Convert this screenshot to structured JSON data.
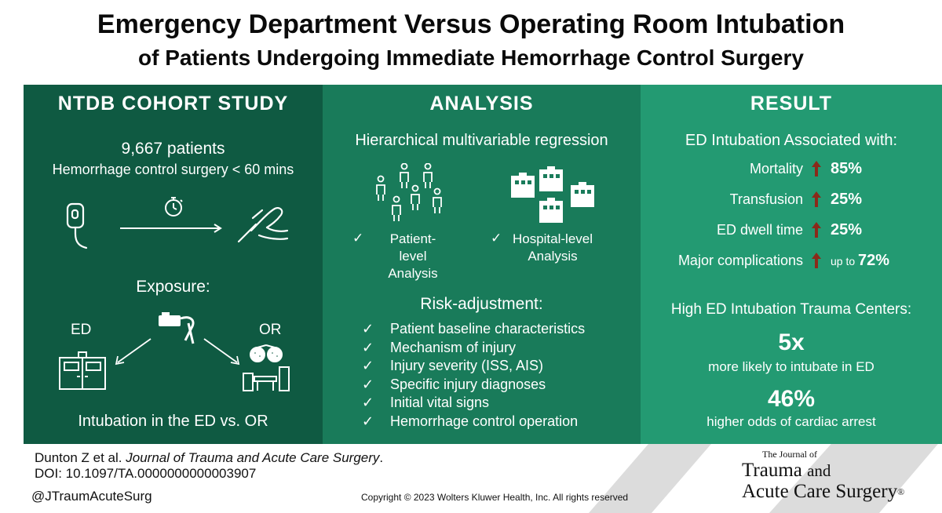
{
  "title": {
    "line1": "Emergency Department Versus Operating Room Intubation",
    "line2": "of Patients Undergoing Immediate Hemorrhage Control Surgery"
  },
  "colors": {
    "panel1": "#0f5a42",
    "panel2": "#197b5a",
    "panel3": "#239a72",
    "arrow_up": "#8a2a1a"
  },
  "cohort": {
    "heading": "NTDB COHORT STUDY",
    "patients_count": "9,667",
    "patients_label": "patients",
    "criteria": "Hemorrhage control surgery < 60 mins",
    "exposure_heading": "Exposure:",
    "ed_label": "ED",
    "or_label": "OR",
    "caption": "Intubation in the ED vs. OR",
    "icons": [
      "iv-bag-icon",
      "stopwatch-icon",
      "surgeon-hand-icon",
      "intubation-icon",
      "emergency-door-icon",
      "operating-room-icon"
    ]
  },
  "analysis": {
    "heading": "ANALYSIS",
    "method": "Hierarchical multivariable regression",
    "patient_level": "Patient-level Analysis",
    "hospital_level": "Hospital-level Analysis",
    "check": "✓",
    "risk_heading": "Risk-adjustment:",
    "risk_items": [
      "Patient baseline characteristics",
      "Mechanism of injury",
      "Injury severity (ISS, AIS)",
      "Specific injury diagnoses",
      "Initial vital signs",
      "Hemorrhage control operation"
    ],
    "icons": [
      "patients-icon",
      "hospitals-icon"
    ]
  },
  "result": {
    "heading": "RESULT",
    "assoc_heading": "ED Intubation Associated with:",
    "outcomes": [
      {
        "label": "Mortality",
        "prefix": "",
        "value": "85%"
      },
      {
        "label": "Transfusion",
        "prefix": "",
        "value": "25%"
      },
      {
        "label": "ED dwell time",
        "prefix": "",
        "value": "25%"
      },
      {
        "label": "Major complications",
        "prefix": "up to ",
        "value": "72%"
      }
    ],
    "centers_heading": "High ED Intubation Trauma Centers:",
    "stat1_value": "5x",
    "stat1_label": "more likely to intubate in ED",
    "stat2_value": "46%",
    "stat2_label": "higher odds of cardiac arrest"
  },
  "footer": {
    "authors": "Dunton Z et al.",
    "journal": "Journal of Trauma and Acute Care Surgery",
    "period": ".",
    "doi": "DOI: 10.1097/TA.0000000000003907",
    "handle": "@JTraumAcuteSurg",
    "copyright": "Copyright © 2023  Wolters Kluwer Health, Inc. All rights reserved"
  },
  "logo": {
    "line1": "The Journal of",
    "line2": "Trauma",
    "line2_small": "and",
    "line3": "Acute Care Surgery",
    "mark": "®"
  }
}
